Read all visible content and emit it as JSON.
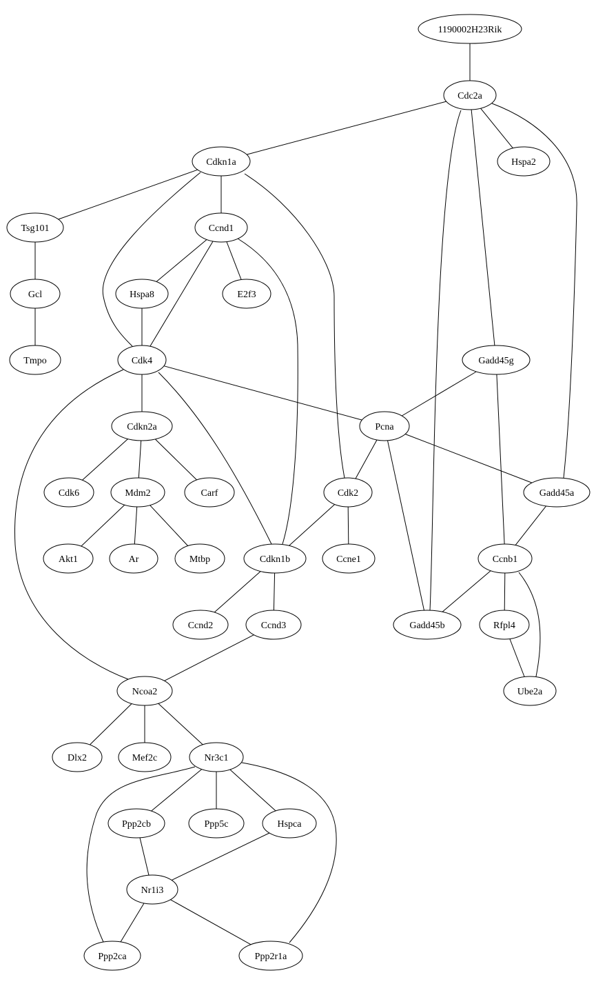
{
  "nodes": [
    {
      "id": "1190002H23Rik",
      "label": "1190002H23Rik"
    },
    {
      "id": "Cdc2a",
      "label": "Cdc2a"
    },
    {
      "id": "Cdkn1a",
      "label": "Cdkn1a"
    },
    {
      "id": "Hspa2",
      "label": "Hspa2"
    },
    {
      "id": "Tsg101",
      "label": "Tsg101"
    },
    {
      "id": "Ccnd1",
      "label": "Ccnd1"
    },
    {
      "id": "Gcl",
      "label": "Gcl"
    },
    {
      "id": "Hspa8",
      "label": "Hspa8"
    },
    {
      "id": "E2f3",
      "label": "E2f3"
    },
    {
      "id": "Tmpo",
      "label": "Tmpo"
    },
    {
      "id": "Cdk4",
      "label": "Cdk4"
    },
    {
      "id": "Gadd45g",
      "label": "Gadd45g"
    },
    {
      "id": "Cdkn2a",
      "label": "Cdkn2a"
    },
    {
      "id": "Pcna",
      "label": "Pcna"
    },
    {
      "id": "Cdk6",
      "label": "Cdk6"
    },
    {
      "id": "Mdm2",
      "label": "Mdm2"
    },
    {
      "id": "Carf",
      "label": "Carf"
    },
    {
      "id": "Cdk2",
      "label": "Cdk2"
    },
    {
      "id": "Gadd45a",
      "label": "Gadd45a"
    },
    {
      "id": "Akt1",
      "label": "Akt1"
    },
    {
      "id": "Ar",
      "label": "Ar"
    },
    {
      "id": "Mtbp",
      "label": "Mtbp"
    },
    {
      "id": "Cdkn1b",
      "label": "Cdkn1b"
    },
    {
      "id": "Ccne1",
      "label": "Ccne1"
    },
    {
      "id": "Ccnb1",
      "label": "Ccnb1"
    },
    {
      "id": "Ccnd2",
      "label": "Ccnd2"
    },
    {
      "id": "Ccnd3",
      "label": "Ccnd3"
    },
    {
      "id": "Gadd45b",
      "label": "Gadd45b"
    },
    {
      "id": "Rfpl4",
      "label": "Rfpl4"
    },
    {
      "id": "Ncoa2",
      "label": "Ncoa2"
    },
    {
      "id": "Ube2a",
      "label": "Ube2a"
    },
    {
      "id": "Dlx2",
      "label": "Dlx2"
    },
    {
      "id": "Mef2c",
      "label": "Mef2c"
    },
    {
      "id": "Nr3c1",
      "label": "Nr3c1"
    },
    {
      "id": "Ppp2cb",
      "label": "Ppp2cb"
    },
    {
      "id": "Ppp5c",
      "label": "Ppp5c"
    },
    {
      "id": "Hspca",
      "label": "Hspca"
    },
    {
      "id": "Nr1i3",
      "label": "Nr1i3"
    },
    {
      "id": "Ppp2ca",
      "label": "Ppp2ca"
    },
    {
      "id": "Ppp2r1a",
      "label": "Ppp2r1a"
    }
  ],
  "edges": [
    [
      "1190002H23Rik",
      "Cdc2a"
    ],
    [
      "Cdc2a",
      "Cdkn1a"
    ],
    [
      "Cdc2a",
      "Hspa2"
    ],
    [
      "Cdc2a",
      "Gadd45g"
    ],
    [
      "Cdc2a",
      "Gadd45b"
    ],
    [
      "Cdc2a",
      "Gadd45a"
    ],
    [
      "Cdkn1a",
      "Tsg101"
    ],
    [
      "Cdkn1a",
      "Ccnd1"
    ],
    [
      "Cdkn1a",
      "Cdk4"
    ],
    [
      "Cdkn1a",
      "Cdk2"
    ],
    [
      "Tsg101",
      "Gcl"
    ],
    [
      "Gcl",
      "Tmpo"
    ],
    [
      "Ccnd1",
      "Hspa8"
    ],
    [
      "Ccnd1",
      "E2f3"
    ],
    [
      "Ccnd1",
      "Cdk4"
    ],
    [
      "Ccnd1",
      "Cdkn1b"
    ],
    [
      "Hspa8",
      "Cdk4"
    ],
    [
      "Cdk4",
      "Cdkn2a"
    ],
    [
      "Cdk4",
      "Pcna"
    ],
    [
      "Cdk4",
      "Cdkn1b"
    ],
    [
      "Cdk4",
      "Ncoa2"
    ],
    [
      "Gadd45g",
      "Pcna"
    ],
    [
      "Gadd45g",
      "Ccnb1"
    ],
    [
      "Cdkn2a",
      "Cdk6"
    ],
    [
      "Cdkn2a",
      "Mdm2"
    ],
    [
      "Cdkn2a",
      "Carf"
    ],
    [
      "Pcna",
      "Cdk2"
    ],
    [
      "Pcna",
      "Gadd45a"
    ],
    [
      "Pcna",
      "Gadd45b"
    ],
    [
      "Mdm2",
      "Akt1"
    ],
    [
      "Mdm2",
      "Ar"
    ],
    [
      "Mdm2",
      "Mtbp"
    ],
    [
      "Cdk2",
      "Cdkn1b"
    ],
    [
      "Cdk2",
      "Ccne1"
    ],
    [
      "Gadd45a",
      "Ccnb1"
    ],
    [
      "Cdkn1b",
      "Ccnd2"
    ],
    [
      "Cdkn1b",
      "Ccnd3"
    ],
    [
      "Ccnb1",
      "Gadd45b"
    ],
    [
      "Ccnb1",
      "Rfpl4"
    ],
    [
      "Ccnb1",
      "Ube2a"
    ],
    [
      "Ccnd3",
      "Ncoa2"
    ],
    [
      "Rfpl4",
      "Ube2a"
    ],
    [
      "Ncoa2",
      "Dlx2"
    ],
    [
      "Ncoa2",
      "Mef2c"
    ],
    [
      "Ncoa2",
      "Nr3c1"
    ],
    [
      "Nr3c1",
      "Ppp2cb"
    ],
    [
      "Nr3c1",
      "Ppp5c"
    ],
    [
      "Nr3c1",
      "Hspca"
    ],
    [
      "Nr3c1",
      "Ppp2ca"
    ],
    [
      "Nr3c1",
      "Ppp2r1a"
    ],
    [
      "Ppp2cb",
      "Nr1i3"
    ],
    [
      "Hspca",
      "Nr1i3"
    ],
    [
      "Nr1i3",
      "Ppp2ca"
    ],
    [
      "Nr1i3",
      "Ppp2r1a"
    ]
  ]
}
